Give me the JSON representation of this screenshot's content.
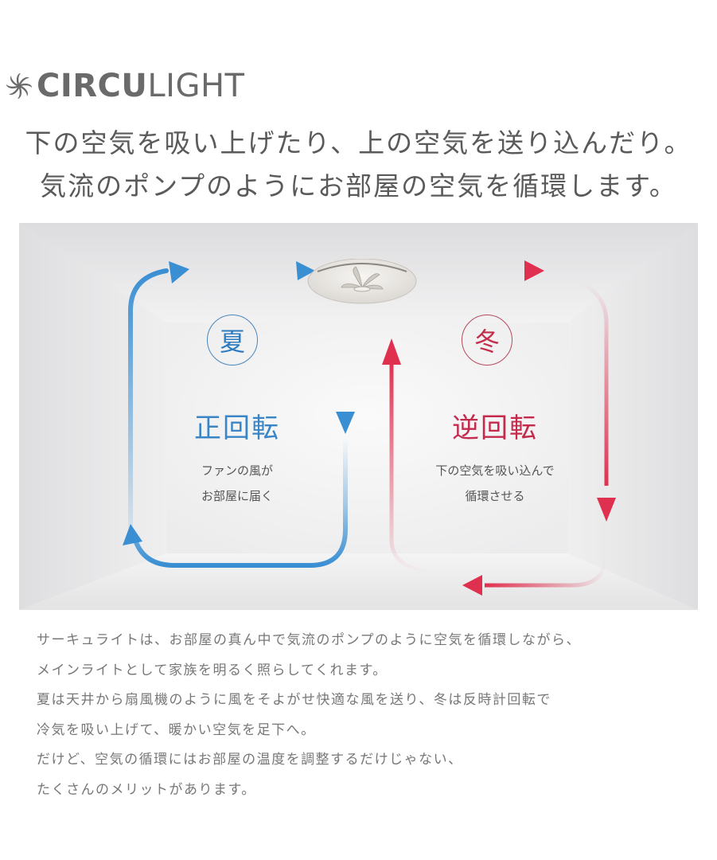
{
  "brand": {
    "logo_icon": "fan-swirl-icon",
    "name_bold": "CIRCU",
    "name_light": "LIGHT",
    "text_color": "#6a6a6a"
  },
  "headline": {
    "line1": "下の空気を吸い上げたり、上の空気を送り込んだり。",
    "line2": "気流のポンプのようにお部屋の空気を循環します。"
  },
  "diagram": {
    "fan_icon": "ceiling-fan-light-icon",
    "summer": {
      "season": "夏",
      "mode": "正回転",
      "desc_line1": "ファンの風が",
      "desc_line2": "お部屋に届く",
      "color": "#3a8fd3"
    },
    "winter": {
      "season": "冬",
      "mode": "逆回転",
      "desc_line1": "下の空気を吸い込んで",
      "desc_line2": "循環させる",
      "color": "#e0304f"
    }
  },
  "body": {
    "lines": [
      "サーキュライトは、お部屋の真ん中で気流のポンプのように空気を循環しながら、",
      "メインライトとして家族を明るく照らしてくれます。",
      "夏は天井から扇風機のように風をそよがせ快適な風を送り、冬は反時計回転で",
      "冷気を吸い上げて、暖かい空気を足下へ。",
      "だけど、空気の循環にはお部屋の温度を調整するだけじゃない、",
      "たくさんのメリットがあります。"
    ]
  }
}
